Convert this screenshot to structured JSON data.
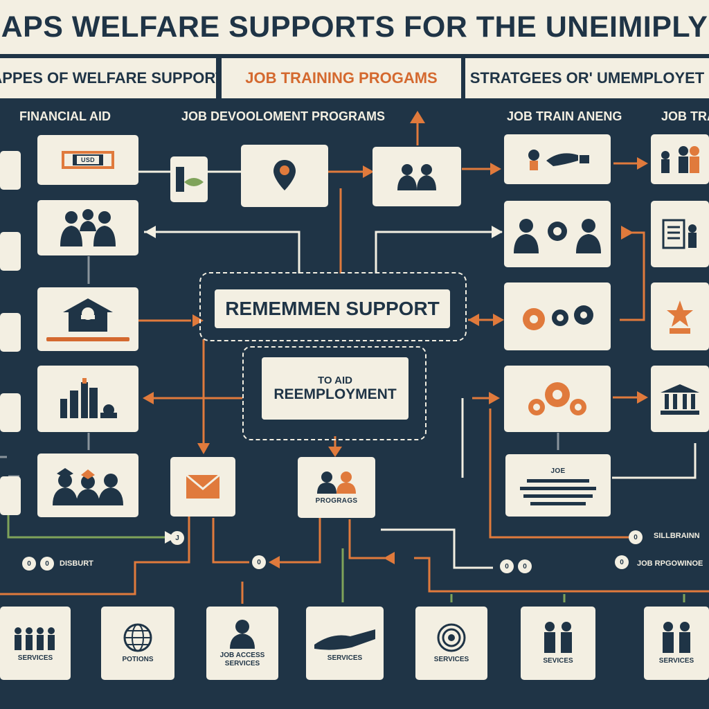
{
  "title": "APS WELFARE SUPPORTS FOR THE UNEIMIPLY",
  "colors": {
    "navy": "#1f3446",
    "cream": "#f3efe2",
    "orange": "#e07a3c",
    "green": "#7fa35a"
  },
  "headers": {
    "left": "APPES OF WELFARE SUPPORT",
    "middle": "JOB TRAINING PROGAMS",
    "right": "STRATGEES OR' UMEMPLOYET"
  },
  "column_labels": {
    "financial_aid": "FINANCIAL AID",
    "job_development": "JOB DEVOOLOMENT PROGRAMS",
    "job_training": "JOB TRAIN ANENG",
    "job_training_short": "JOB TRAI"
  },
  "center": {
    "main": "REMEMMEN SUPPORT",
    "sub_line1": "TO AID",
    "sub_line2": "REEMPLOYMENT"
  },
  "boxes": {
    "money": {
      "icon": "money-icon",
      "label": "USD"
    },
    "map_pin": {
      "icon": "map-pin-icon"
    },
    "team_top": {
      "icon": "people-icon"
    },
    "people_left": {
      "icon": "people-icon"
    },
    "house": {
      "icon": "house-icon"
    },
    "factory": {
      "icon": "factory-icon"
    },
    "graduates": {
      "icon": "graduates-icon"
    },
    "envelope": {
      "icon": "envelope-icon"
    },
    "consult": {
      "icon": "consult-icon",
      "label": "PROGRAGS"
    },
    "handshake": {
      "icon": "handshake-icon"
    },
    "people_gear": {
      "icon": "people-gear-icon"
    },
    "gears": {
      "icon": "gears-icon"
    },
    "gears_orange": {
      "icon": "gears-icon"
    },
    "text_box": {
      "label": "JOE"
    },
    "family": {
      "icon": "family-icon"
    },
    "clipboard": {
      "icon": "clipboard-icon"
    },
    "award": {
      "icon": "award-icon"
    },
    "bank": {
      "icon": "bank-icon"
    }
  },
  "footer_labels": {
    "left": "DISBURT",
    "right_top": "SILLBRAINN",
    "right_bottom": "JOB RPGOWINOE"
  },
  "bottom_row": [
    {
      "icon": "group-icon",
      "label": "SERVICES"
    },
    {
      "icon": "globe-icon",
      "label": "POTIONS"
    },
    {
      "icon": "person-icon",
      "label": "JOB ACCESS SERVICES"
    },
    {
      "icon": "handshake-icon",
      "label": "SERVICES"
    },
    {
      "icon": "target-icon",
      "label": "SERVICES"
    },
    {
      "icon": "pair-icon",
      "label": "SEVICES"
    },
    {
      "icon": "pair-icon",
      "label": "SERVICES"
    }
  ]
}
